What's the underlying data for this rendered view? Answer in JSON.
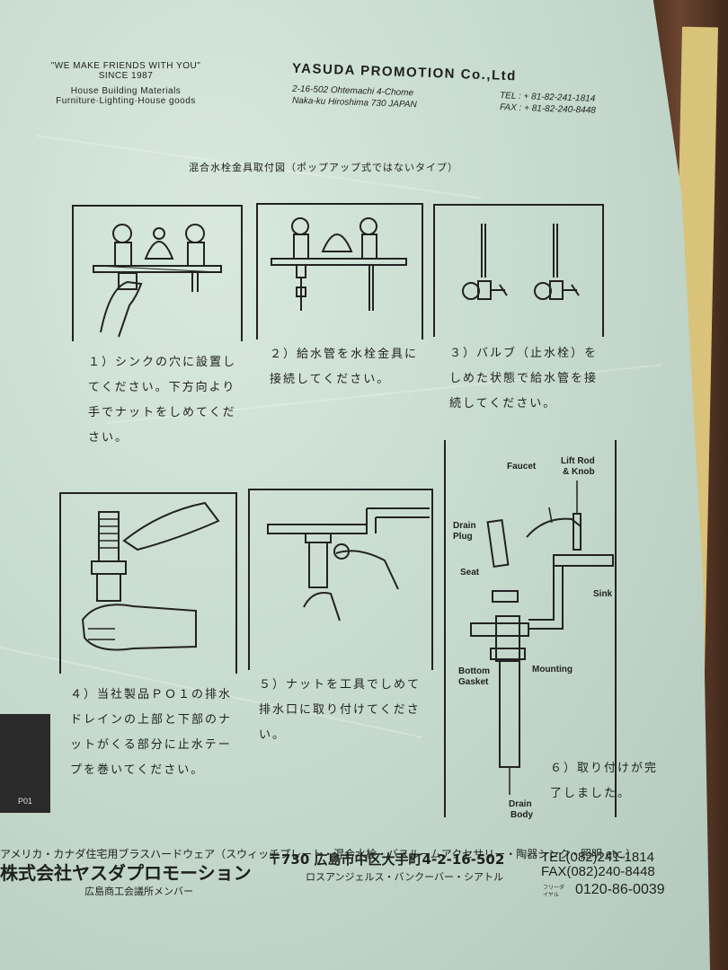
{
  "header": {
    "slogan": "\"WE MAKE FRIENDS WITH YOU\"",
    "since": "SINCE 1987",
    "products_line1": "House Building Materials",
    "products_line2": "Furniture·Lighting·House goods",
    "company": "YASUDA PROMOTION Co.,Ltd",
    "address_line1": "2-16-502  Ohtemachi  4-Chome",
    "address_line2": "Naka-ku  Hiroshima  730  JAPAN",
    "tel": "TEL : + 81-82-241-1814",
    "fax": "FAX : + 81-82-240-8448"
  },
  "title": "混合水栓金具取付図（ポップアップ式ではないタイプ）",
  "steps": [
    {
      "text": "１）シンクの穴に設置してください。下方向より手でナットをしめてください。"
    },
    {
      "text": "２）給水管を水栓金具に接続してください。"
    },
    {
      "text": "３）バルブ（止水栓）をしめた状態で給水管を接続してください。"
    },
    {
      "text": "４）当社製品ＰＯ１の排水ドレインの上部と下部のナットがくる部分に止水テープを巻いてください。"
    },
    {
      "text": "５）ナットを工具でしめて排水口に取り付けてください。"
    },
    {
      "text": "６）取り付けが完了しました。"
    }
  ],
  "diagram_labels": {
    "faucet": "Faucet",
    "lift_rod_1": "Lift Rod",
    "lift_rod_2": "& Knob",
    "drain_plug_1": "Drain",
    "drain_plug_2": "Plug",
    "seat": "Seat",
    "sink": "Sink",
    "bottom_gasket_1": "Bottom",
    "bottom_gasket_2": "Gasket",
    "mounting": "Mounting",
    "drain_body_1": "Drain",
    "drain_body_2": "Body"
  },
  "logo_text": "P01",
  "footer": {
    "products": "アメリカ・カナダ住宅用ブラスハードウェア（スウィッチプレート・混合水栓・バスルームアクセサリー・陶器シンク・照明  etc.）",
    "company_jp": "株式会社ヤスダプロモーション",
    "chamber": "広島商工会議所メンバー",
    "address_jp": "〒730  広島市中区大手町4-2-16-502",
    "cities": "ロスアンジェルス・バンクーバー・シアトル",
    "tel": "TEL(082)241-1814",
    "fax": "FAX(082)240-8448",
    "freedial_label": "フリーダイヤル",
    "freedial": "0120-86-0039"
  }
}
